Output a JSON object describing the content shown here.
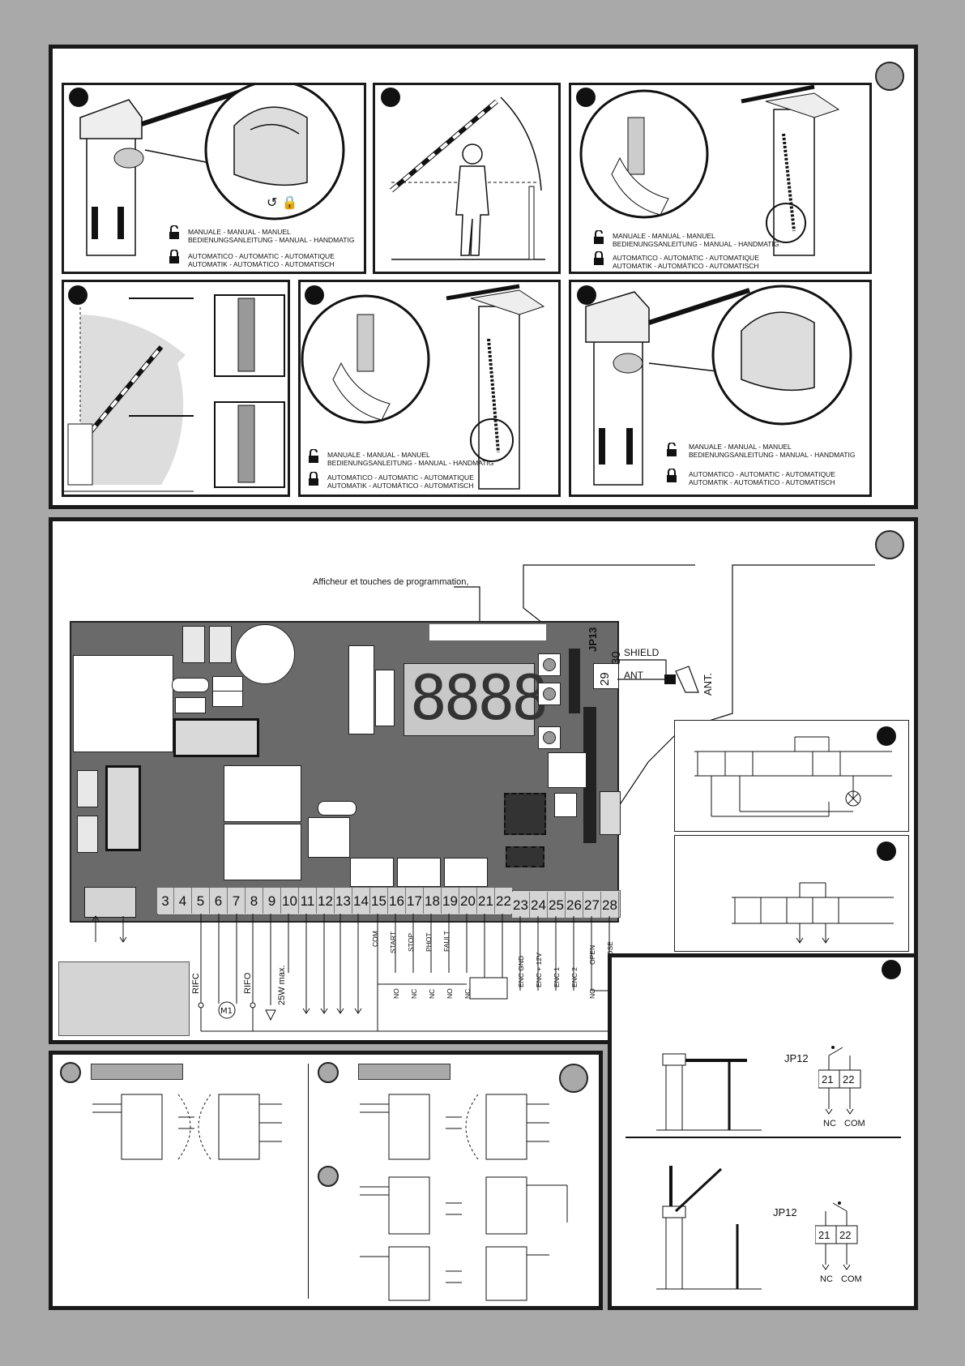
{
  "section1": {
    "manual_legend": {
      "line1": "MANUALE - MANUAL -  MANUEL",
      "line2": "BEDIENUNGSANLEITUNG - MANUAL - HANDMATIG"
    },
    "auto_legend": {
      "line1": "AUTOMATICO - AUTOMATIC - AUTOMATIQUE",
      "line2": "AUTOMATIK - AUTOMÁTICO - AUTOMATISCH"
    }
  },
  "section2": {
    "callout_display": "Afficheur et touches de programmation,",
    "display_digits": "8888",
    "jp13": "JP13",
    "shield": "SHIELD",
    "ant": "ANT",
    "ant_antenna": "ANT.",
    "t29": "29",
    "t30": "30",
    "terminals": [
      "3",
      "4",
      "5",
      "6",
      "7",
      "8",
      "9",
      "10",
      "11",
      "12",
      "13",
      "14",
      "15",
      "16",
      "17",
      "18",
      "19",
      "20",
      "21",
      "22"
    ],
    "terminals_right": [
      "23",
      "24",
      "25",
      "26",
      "27",
      "28"
    ],
    "label_rifc": "RIFC",
    "label_rifo": "RIFO",
    "label_m1": "M1",
    "label_25w": "25W max.",
    "label_com": "COM",
    "label_start": "START",
    "label_stop": "STOP",
    "label_phot": "PHOT",
    "label_fault": "FAULT",
    "label_enc_gnd": "ENC GND",
    "label_enc_12v": "ENC + 12V",
    "label_enc1": "ENC 1",
    "label_enc2": "ENC 2",
    "label_open": "OPEN",
    "label_close": "CLOSE",
    "label_no": "NO",
    "label_nc": "NC"
  },
  "section3": {
    "jp12_a": "JP12",
    "jp12_b": "JP12",
    "t21": "21",
    "t22": "22",
    "nc": "NC",
    "com": "COM"
  },
  "colors": {
    "page_bg": "#a9a9a9",
    "ink": "#111111",
    "board": "#6a6a6a"
  }
}
